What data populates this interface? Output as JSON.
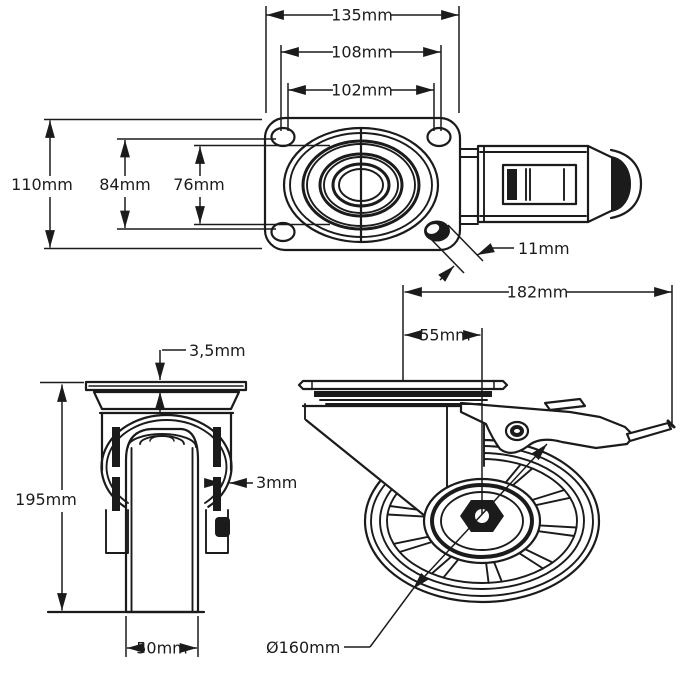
{
  "drawing": {
    "subject": "swivel caster wheel with brake pedal - dimensioned technical drawing",
    "background_color": "#ffffff",
    "line_color": "#1b1b1b",
    "views": {
      "top_view": "mounting plate with four bolt holes and brake pedal",
      "front_view": "caster front elevation",
      "side_view": "caster side elevation with spoked wheel and brake"
    }
  },
  "dims": {
    "plate_length": "135mm",
    "bolt_pattern_length_outer": "108mm",
    "bolt_pattern_length_inner": "102mm",
    "plate_width": "110mm",
    "bolt_pattern_width_outer": "84mm",
    "bolt_pattern_width_inner": "76mm",
    "bolt_hole_diameter": "11mm",
    "plate_thickness": "3,5mm",
    "overall_height": "195mm",
    "fork_material_thickness": "3mm",
    "wheel_width": "50mm",
    "overall_length": "182mm",
    "swivel_offset": "55mm",
    "wheel_diameter": "Ø160mm"
  }
}
